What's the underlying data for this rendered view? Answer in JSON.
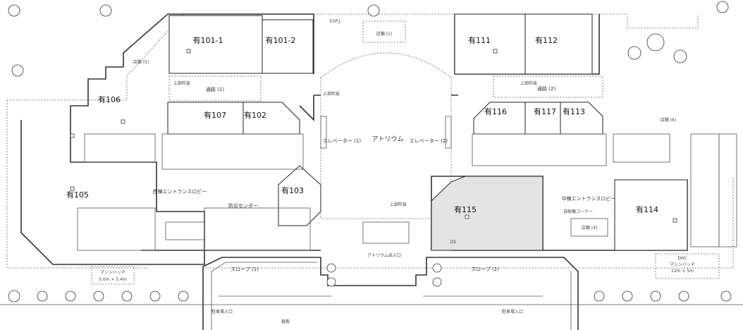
{
  "title": "1F floor plan",
  "tenants": {
    "t101_1": "有101-1",
    "t101_2": "有101-2",
    "t111": "有111",
    "t112": "有112",
    "t106": "有106",
    "t107": "有107",
    "t102": "有102",
    "t116": "有116",
    "t117": "有117",
    "t113": "有113",
    "t105": "有105",
    "t103": "有103",
    "t115": "有115",
    "t114": "有114"
  },
  "areas": {
    "atrium": "アトリウム",
    "elevator1": "エレベーター (1)",
    "elevator2": "エレベーター (2)",
    "west_lobby": "西棟エントランスロビー",
    "center_lobby": "中棟エントランスロビー",
    "disaster_center": "防災センター",
    "passage1": "通路 (1)",
    "passage2": "通路 (2)",
    "upper_void1": "上部吹抜",
    "upper_void2": "上部吹抜",
    "upper_void3": "上部吹抜",
    "upper_void4": "上部吹抜",
    "slope1": "スロープ (1)",
    "slope2": "スロープ (2)",
    "machine_hatch": "マシンハッチ",
    "machine_hatch_size": "5.0m × 5.4m",
    "dhc": "DHC",
    "dhc_hatch": "マシンハッチ",
    "dhc_size": "12m × 5m",
    "parking_entrance1": "駐車場入口",
    "parking_entrance2": "駐車場入口",
    "atrium_entrance": "アトリウム出入口",
    "vending_corner": "自販機コーナー",
    "store4": "店舗 (4)",
    "store5": "店舗 (5)",
    "store6": "店舗 (6)",
    "stage1": "店舗 (1)",
    "exp_j": "EXP.J",
    "ds": "DS",
    "planting": "植栽"
  }
}
